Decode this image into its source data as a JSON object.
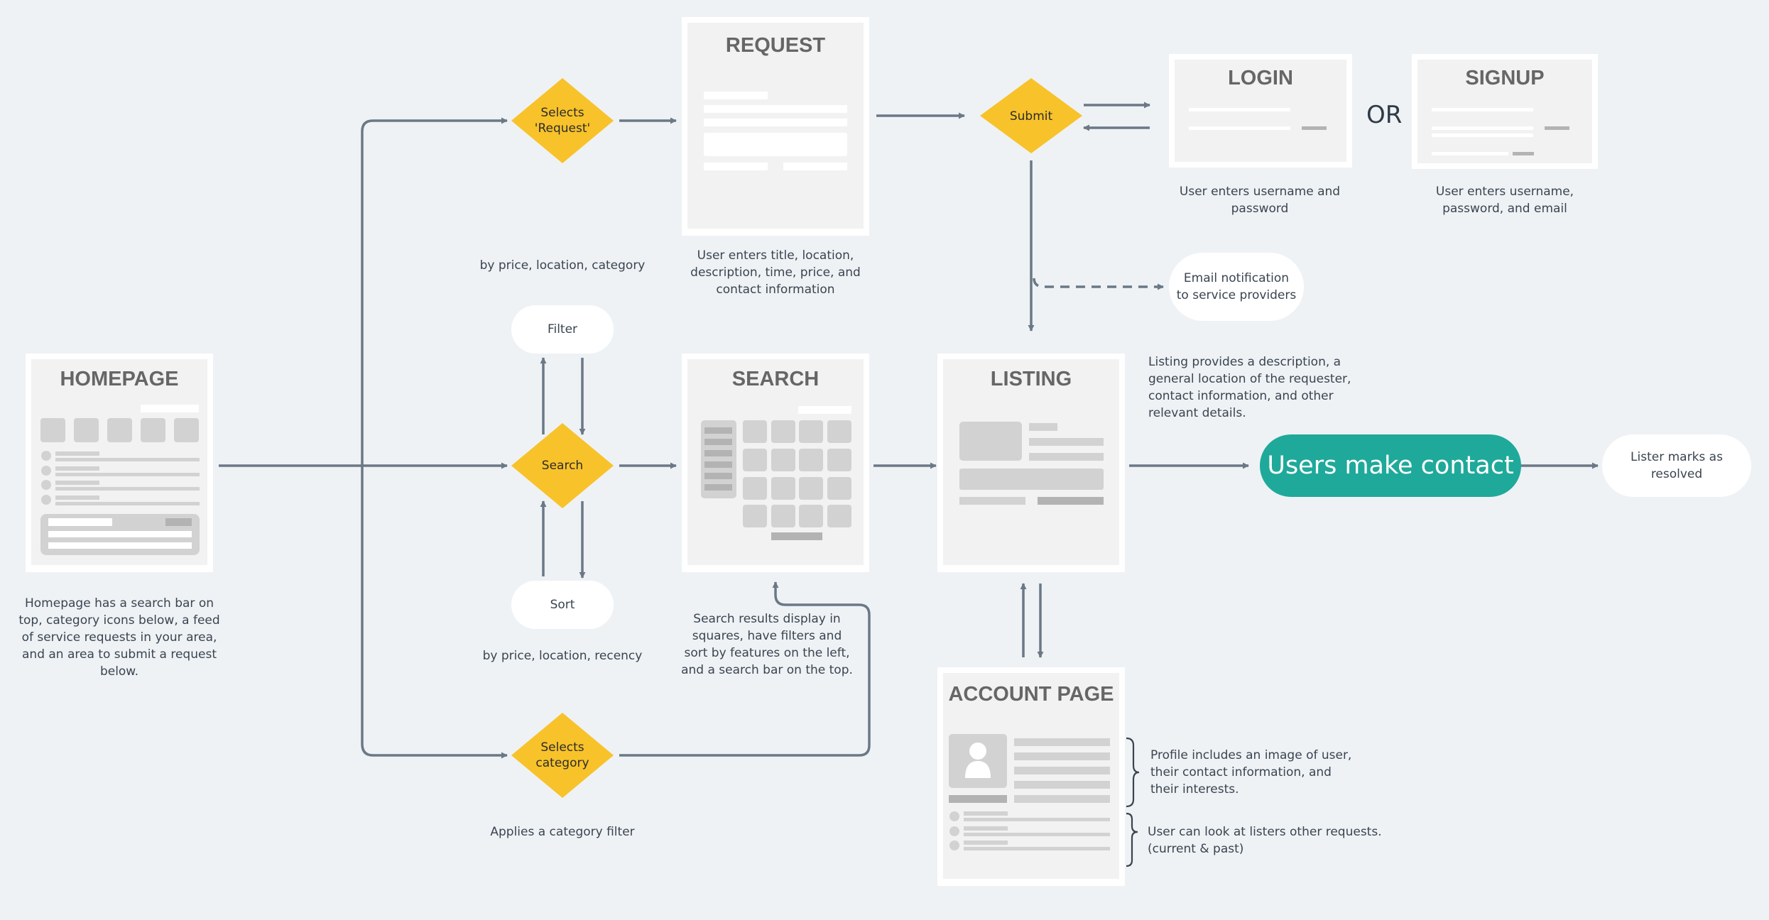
{
  "colors": {
    "background": "#eef2f5",
    "connector": "#6b7886",
    "decision": "#f8c22a",
    "contact": "#1fa99a",
    "screen_frame": "#ffffff",
    "screen_fill": "#f2f2f2",
    "wireframe_block": "#d2d2d2"
  },
  "screens": {
    "homepage": {
      "title": "HOMEPAGE",
      "caption": "Homepage has a search bar on top, category icons below, a feed of service requests in your area, and an area to submit a request below."
    },
    "request": {
      "title": "REQUEST",
      "caption": "User enters title, location, description, time, price, and contact information"
    },
    "search": {
      "title": "SEARCH",
      "caption": "Search results display in squares, have filters and sort by features on the left, and a search bar on the top."
    },
    "listing": {
      "title": "LISTING",
      "caption": "Listing provides a description, a general location of the requester, contact information, and other relevant details."
    },
    "account": {
      "title": "ACCOUNT PAGE",
      "profile_note": "Profile includes an image of user, their contact information, and their interests.",
      "requests_note": "User can look at listers other requests. (current & past)"
    },
    "login": {
      "title": "LOGIN",
      "caption": "User enters username and password"
    },
    "signup": {
      "title": "SIGNUP",
      "caption": "User enters username, password, and email"
    }
  },
  "decisions": {
    "selects_request": "Selects 'Request'",
    "search": "Search",
    "selects_category": "Selects category",
    "submit": "Submit"
  },
  "pills": {
    "filter": "Filter",
    "sort": "Sort",
    "email": "Email notification to service providers",
    "resolved": "Lister marks as resolved",
    "contact": "Users make contact"
  },
  "notes": {
    "filter_by": "by price, location, category",
    "sort_by": "by price, location, recency",
    "category_filter": "Applies a category filter"
  },
  "or_label": "OR"
}
